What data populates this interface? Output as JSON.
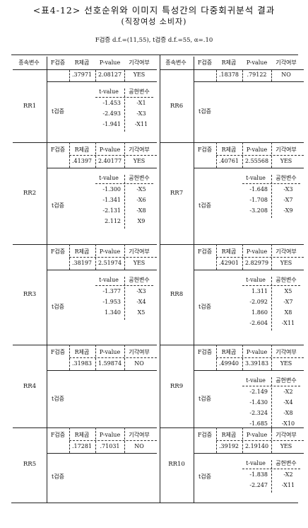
{
  "document": {
    "title": "<표4-12> 선호순위와 이미지 특성간의 다중회귀분석 결과",
    "subtitle": "(직장여성 소비자)",
    "note": "F검증 d.f.=(11,55), t검증 d.f.=55, α=.10"
  },
  "header": {
    "dep_var": "종속변수",
    "test": "F검증",
    "r2": "R제곱",
    "p_value": "P-value",
    "reject": "기각여부",
    "t_value": "t-value",
    "explanatory": "공헌변수",
    "t_test": "t검증"
  },
  "left": [
    {
      "dep": "RR1",
      "r2": ".37971",
      "p": "2.08127",
      "reject": "YES",
      "tests": [
        {
          "t": "-1.453",
          "var": "-X1"
        },
        {
          "t": "-2.493",
          "var": "-X3"
        },
        {
          "t": "-1.941",
          "var": "-X11"
        }
      ]
    },
    {
      "dep": "RR2",
      "r2": ".41397",
      "p": "2.40177",
      "reject": "YES",
      "tests": [
        {
          "t": "-1.300",
          "var": "-X5"
        },
        {
          "t": "-1.341",
          "var": "-X6"
        },
        {
          "t": "-2.131",
          "var": "-X8"
        },
        {
          "t": "2.112",
          "var": "X9"
        }
      ]
    },
    {
      "dep": "RR3",
      "r2": ".38197",
      "p": "2.51974",
      "reject": "YES",
      "tests": [
        {
          "t": "-1.377",
          "var": "-X3"
        },
        {
          "t": "-1.953",
          "var": "-X4"
        },
        {
          "t": "1.340",
          "var": "X5"
        }
      ]
    },
    {
      "dep": "RR4",
      "r2": ".31983",
      "p": "1.59874",
      "reject": "NO",
      "tests": []
    },
    {
      "dep": "RR5",
      "r2": ".17281",
      "p": ".71031",
      "reject": "NO",
      "tests": []
    }
  ],
  "right": [
    {
      "dep": "RR6",
      "r2": ".18378",
      "p": ".79122",
      "reject": "NO",
      "tests": []
    },
    {
      "dep": "RR7",
      "r2": ".40761",
      "p": "2.55568",
      "reject": "YES",
      "tests": [
        {
          "t": "-1.648",
          "var": "-X3"
        },
        {
          "t": "-1.708",
          "var": "-X7"
        },
        {
          "t": "-3.208",
          "var": "-X9"
        }
      ]
    },
    {
      "dep": "RR8",
      "r2": ".42901",
      "p": "2.82979",
      "reject": "YES",
      "tests": [
        {
          "t": "1.311",
          "var": "X5"
        },
        {
          "t": "-2.092",
          "var": "-X7"
        },
        {
          "t": "1.860",
          "var": "X8"
        },
        {
          "t": "-2.604",
          "var": "-X11"
        }
      ]
    },
    {
      "dep": "RR9",
      "r2": ".49940",
      "p": "3.39183",
      "reject": "YES",
      "tests": [
        {
          "t": "-2.149",
          "var": "-X2"
        },
        {
          "t": "-1.430",
          "var": "-X4"
        },
        {
          "t": "-2.324",
          "var": "-X8"
        },
        {
          "t": "-1.685",
          "var": "-X10"
        }
      ]
    },
    {
      "dep": "RR10",
      "r2": ".39192",
      "p": "2.19140",
      "reject": "YES",
      "tests": [
        {
          "t": "-1.838",
          "var": "-X2"
        },
        {
          "t": "-2.247",
          "var": "-X11"
        }
      ]
    }
  ]
}
